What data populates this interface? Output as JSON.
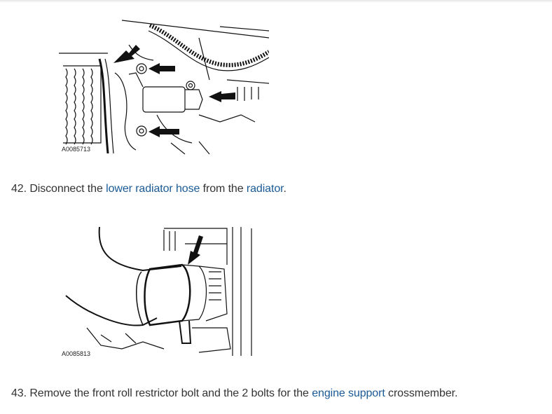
{
  "colors": {
    "link": "#1a5a96",
    "text": "#333333",
    "line_art": "#111111"
  },
  "figures": [
    {
      "id_label": "A0085713",
      "arrow_count": 4
    },
    {
      "id_label": "A0085813",
      "arrow_count": 1
    }
  ],
  "steps": [
    {
      "number": "42.",
      "parts": {
        "t1": "Disconnect the",
        "l1": "lower radiator hose",
        "t2": "from the",
        "l2": "radiator",
        "t3": "."
      }
    },
    {
      "number": "43.",
      "parts": {
        "t1": "Remove the front roll restrictor bolt and the 2 bolts for the",
        "l1": "engine support",
        "t2": "crossmember."
      }
    }
  ]
}
